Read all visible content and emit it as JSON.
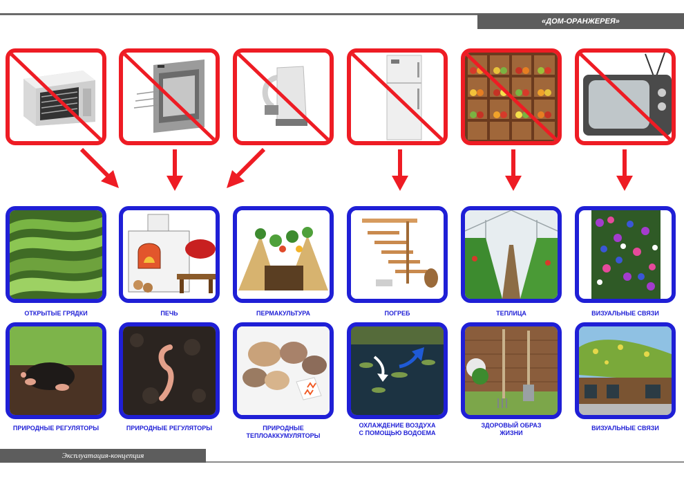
{
  "header": {
    "title": "«ДОМ-ОРАНЖЕРЕЯ»"
  },
  "footer": {
    "label": "Эксплуатация-концепция"
  },
  "colors": {
    "crossed_border": "#ee1c24",
    "replacement_border": "#1f1fd6",
    "label_text": "#1f1fd6",
    "bar": "#5d5d5d"
  },
  "crossed_items": [
    {
      "icon": "microwave-icon"
    },
    {
      "icon": "oven-icon"
    },
    {
      "icon": "kettle-icon"
    },
    {
      "icon": "fridge-icon"
    },
    {
      "icon": "produce-shelf-icon"
    },
    {
      "icon": "tv-icon"
    }
  ],
  "replacements_row1": [
    {
      "label": "ОТКРЫТЫЕ ГРЯДКИ",
      "icon": "garden-beds-icon"
    },
    {
      "label": "ПЕЧЬ",
      "icon": "stove-icon"
    },
    {
      "label": "ПЕРМАКУЛЬТУРА",
      "icon": "permaculture-icon"
    },
    {
      "label": "ПОГРЕБ",
      "icon": "cellar-icon"
    },
    {
      "label": "ТЕПЛИЦА",
      "icon": "greenhouse-icon"
    },
    {
      "label": "ВИЗУАЛЬНЫЕ СВЯЗИ",
      "icon": "flowers-icon"
    }
  ],
  "replacements_row2": [
    {
      "label": "ПРИРОДНЫЕ РЕГУЛЯТОРЫ",
      "icon": "mole-icon"
    },
    {
      "label": "ПРИРОДНЫЕ РЕГУЛЯТОРЫ",
      "icon": "earthworm-icon"
    },
    {
      "label_line1": "ПРИРОДНЫЕ",
      "label_line2": "ТЕПЛОАККУМУЛЯТОРЫ",
      "icon": "stones-icon"
    },
    {
      "label_line1": "ОХЛАЖДЕНИЕ ВОЗДУХА",
      "label_line2": "С ПОМОЩЬЮ ВОДОЕМА",
      "icon": "pond-icon"
    },
    {
      "label_line1": "ЗДОРОВЫЙ ОБРАЗ",
      "label_line2": "ЖИЗНИ",
      "icon": "garden-tools-icon"
    },
    {
      "label": "ВИЗУАЛЬНЫЕ СВЯЗИ",
      "icon": "green-roof-icon"
    }
  ]
}
